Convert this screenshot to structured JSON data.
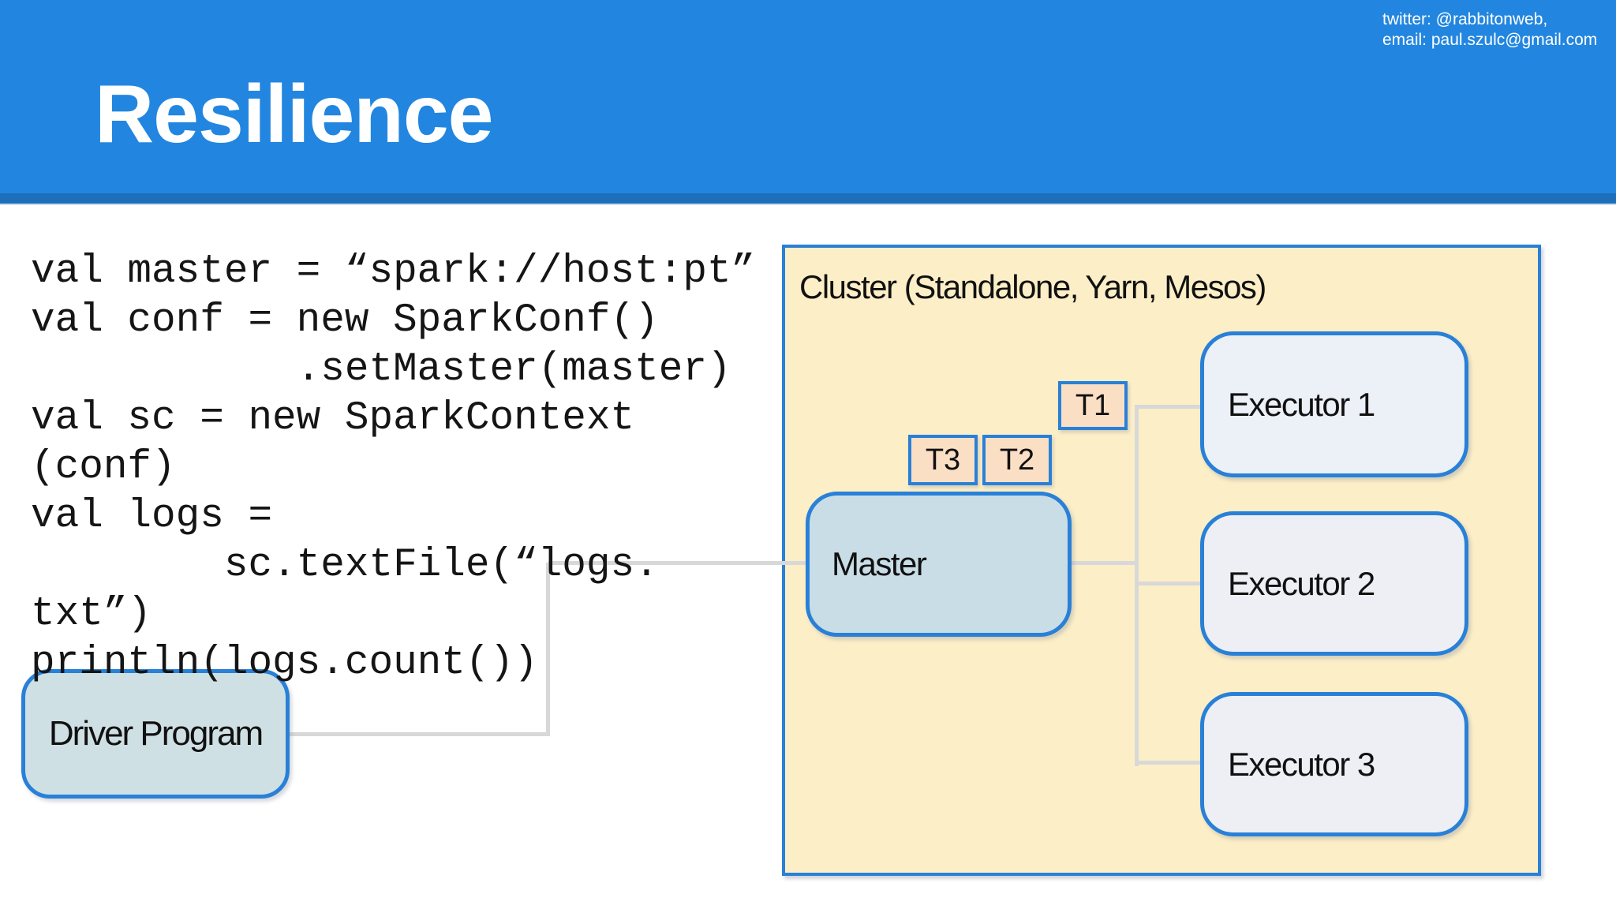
{
  "slide": {
    "title": "Resilience",
    "contact": {
      "twitter_line": "twitter: @rabbitonweb,",
      "email_line": "email: paul.szulc@gmail.com"
    }
  },
  "code": {
    "lines": [
      "val master = “spark://host:pt”",
      "val conf = new SparkConf()",
      "           .setMaster(master)",
      "val sc = new SparkContext",
      "(conf)",
      "val logs =",
      "        sc.textFile(“logs.",
      "txt”)",
      "println(logs.count())"
    ]
  },
  "diagram": {
    "driver": {
      "label": "Driver Program"
    },
    "cluster": {
      "title": "Cluster (Standalone, Yarn, Mesos)",
      "master": {
        "label": "Master"
      },
      "tasks": [
        {
          "label": "T1"
        },
        {
          "label": "T2"
        },
        {
          "label": "T3"
        }
      ],
      "executors": [
        {
          "label": "Executor 1"
        },
        {
          "label": "Executor 2"
        },
        {
          "label": "Executor 3"
        }
      ]
    }
  },
  "colors": {
    "header_blue": "#2286e0",
    "header_strip_blue": "#1d6fbb",
    "border_blue": "#2980d7",
    "cluster_fill": "#fceec7",
    "task_fill": "#fbdfc5",
    "master_fill": "#c9dde6",
    "driver_fill": "#cfe0e5",
    "executor_fill": "#edeff4",
    "connector_gray": "#d8d8d8",
    "code_text": "#151515",
    "title_text": "#ffffff"
  }
}
